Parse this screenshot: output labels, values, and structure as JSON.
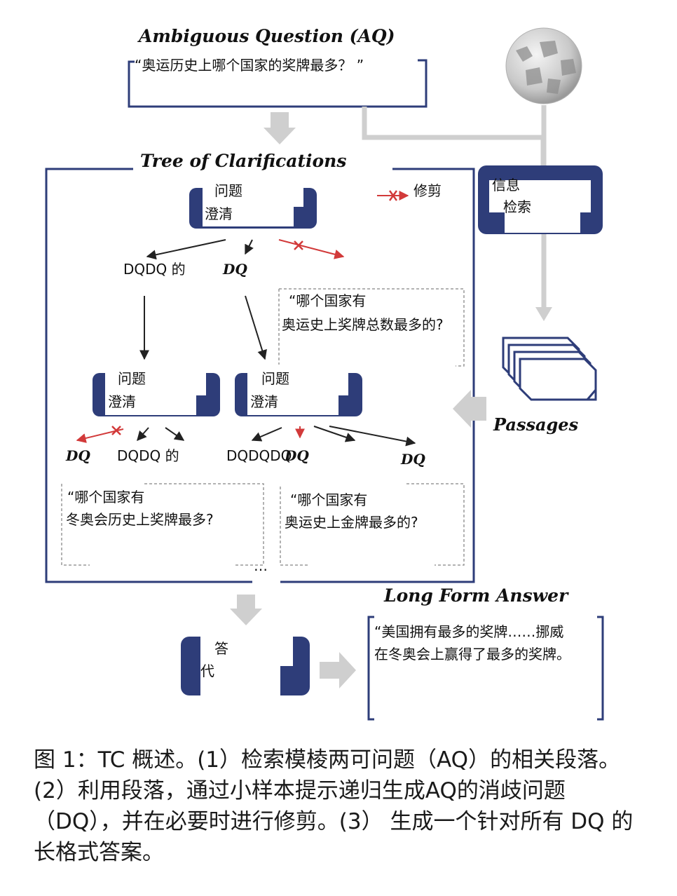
{
  "aq_title": "Ambiguous Question (AQ)",
  "aq_text": "“奥运历史上哪个国家的奖牌最多？ ”",
  "toc_title": "Tree of Clarifications",
  "prune_label": "修剪",
  "retrieval_line1": "信息",
  "retrieval_line2": "检索",
  "root_line1": "问题",
  "root_line2": "澄清",
  "dq_left_text": "DQDQ 的",
  "dq_mid_label": "DQ",
  "dq_quote1_line1": "“哪个国家有",
  "dq_quote1_line2": "奥运史上奖牌总数最多的?",
  "node_left_line1": "问题",
  "node_left_line2": "澄清",
  "node_right_line1": "问题",
  "node_right_line2": "澄清",
  "l2_dq_a": "DQ",
  "l2_dq_b": "DQDQ 的",
  "l2_dq_c": "DQDQDQ",
  "l2_dq_d": "DQ",
  "l2_dq_e": "DQ",
  "quote2_line1": "“哪个国家有",
  "quote2_line2": "冬奥会历史上奖牌最多?",
  "quote3_line1": "“哪个国家有",
  "quote3_line2": "奥运史上金牌最多的?",
  "ellipsis": "…",
  "passages_label": "Passages",
  "lfa_title": "Long Form Answer",
  "lfa_line1": "“美国拥有最多的奖牌……挪威",
  "lfa_line2": "在冬奥会上赢得了最多的奖牌。",
  "answer_line1": "答",
  "answer_line2": "代",
  "caption": "图 1：TC 概述。(1）检索模棱两可问题（AQ）的相关段落。(2）利用段落，通过小样本提示递归生成AQ的消歧问题（DQ），并在必要时进行修剪。(3） 生成一个针对所有 DQ 的长格式答案。",
  "colors": {
    "navy": "#2e3d79",
    "red": "#d23a3a",
    "gray_arrow": "#cfcfcf",
    "dark": "#222222"
  },
  "icons": [
    "wikipedia-globe-icon",
    "passages-stack-icon",
    "prune-scissors-icon"
  ]
}
